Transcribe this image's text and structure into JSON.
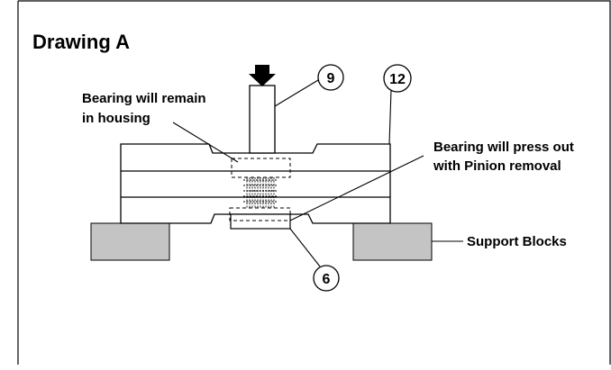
{
  "drawing": {
    "title": "Drawing A",
    "labels": {
      "remain_line1": "Bearing will remain",
      "remain_line2": "in housing",
      "press_line1": "Bearing will press out",
      "press_line2": "with Pinion removal",
      "support": "Support Blocks"
    },
    "callouts": {
      "tool": "9",
      "housing": "12",
      "pinion": "6"
    }
  }
}
